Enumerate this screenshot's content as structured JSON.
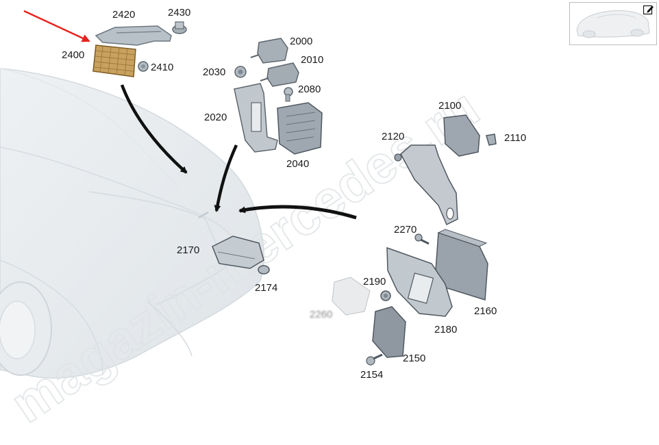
{
  "diagram": {
    "labels": {
      "p2400": "2400",
      "p2420": "2420",
      "p2430": "2430",
      "p2410": "2410",
      "p2000": "2000",
      "p2010": "2010",
      "p2030": "2030",
      "p2080": "2080",
      "p2020": "2020",
      "p2040": "2040",
      "p2100": "2100",
      "p2110": "2110",
      "p2120": "2120",
      "p2170": "2170",
      "p2174": "2174",
      "p2270": "2270",
      "p2190": "2190",
      "p2260": "2260",
      "p2160": "2160",
      "p2180": "2180",
      "p2150": "2150",
      "p2154": "2154"
    },
    "highlighted_part": "2400",
    "colors": {
      "highlight_arrow": "#e8231f",
      "callout_arrow": "#111111",
      "part_gray": "#9aa3ab",
      "highlight_part": "#c9a15e"
    }
  },
  "thumbnail": {
    "edit_icon": "pencil-edit-icon"
  }
}
